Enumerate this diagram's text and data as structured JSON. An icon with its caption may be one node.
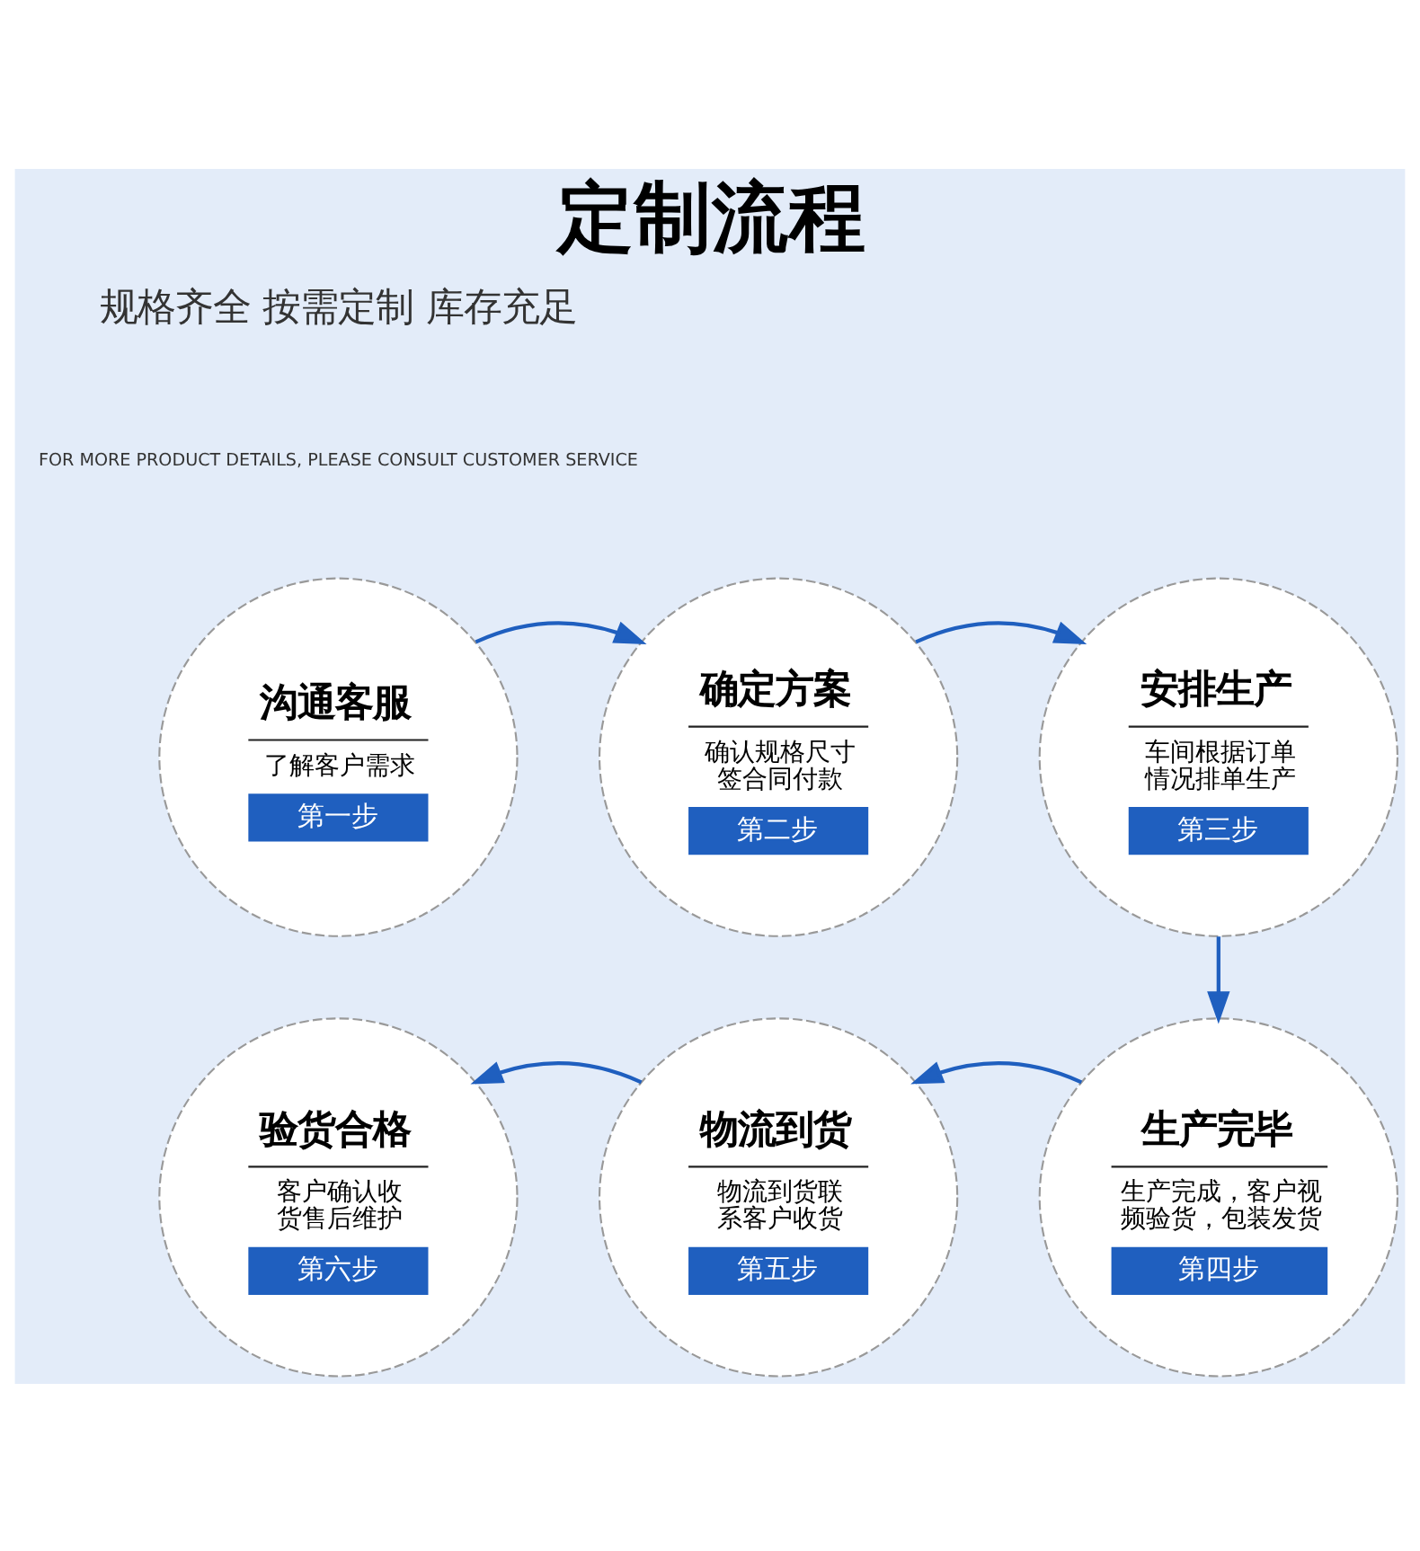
{
  "diagram": {
    "title": "定制流程",
    "nodes": [
      {
        "text": [
          "沟通客服",
          "了解客户需求",
          "第一步"
        ]
      },
      {
        "text": [
          "确定方案",
          "确认规格尺寸签合同付款",
          "第二步"
        ]
      },
      {
        "text": [
          "安排生产",
          "车间根据订单情况排单生产",
          "第三步"
        ]
      },
      {
        "text": [
          "验货合格",
          "客户确认收货售后维护",
          "第六步"
        ]
      },
      {
        "text": [
          "物流到货",
          "物流到货联系客户收货",
          "第五步"
        ]
      },
      {
        "text": [
          "生产完毕",
          "生产完成，客户视频验货，包装发货",
          "第四步"
        ]
      }
    ],
    "edges": [
      {
        "from": 0,
        "to": 1,
        "arrow": "to"
      },
      {
        "from": 1,
        "to": 2,
        "arrow": "to"
      },
      {
        "from": 2,
        "to": 5,
        "arrow": "to"
      },
      {
        "from": 5,
        "to": 4,
        "arrow": "to"
      },
      {
        "from": 4,
        "to": 3,
        "arrow": "to"
      }
    ],
    "labels": [
      "规格齐全 按需定制 库存充足",
      "FOR MORE PRODUCT DETAILS, PLEASE CONSULT CUSTOMER SERVICE"
    ]
  }
}
